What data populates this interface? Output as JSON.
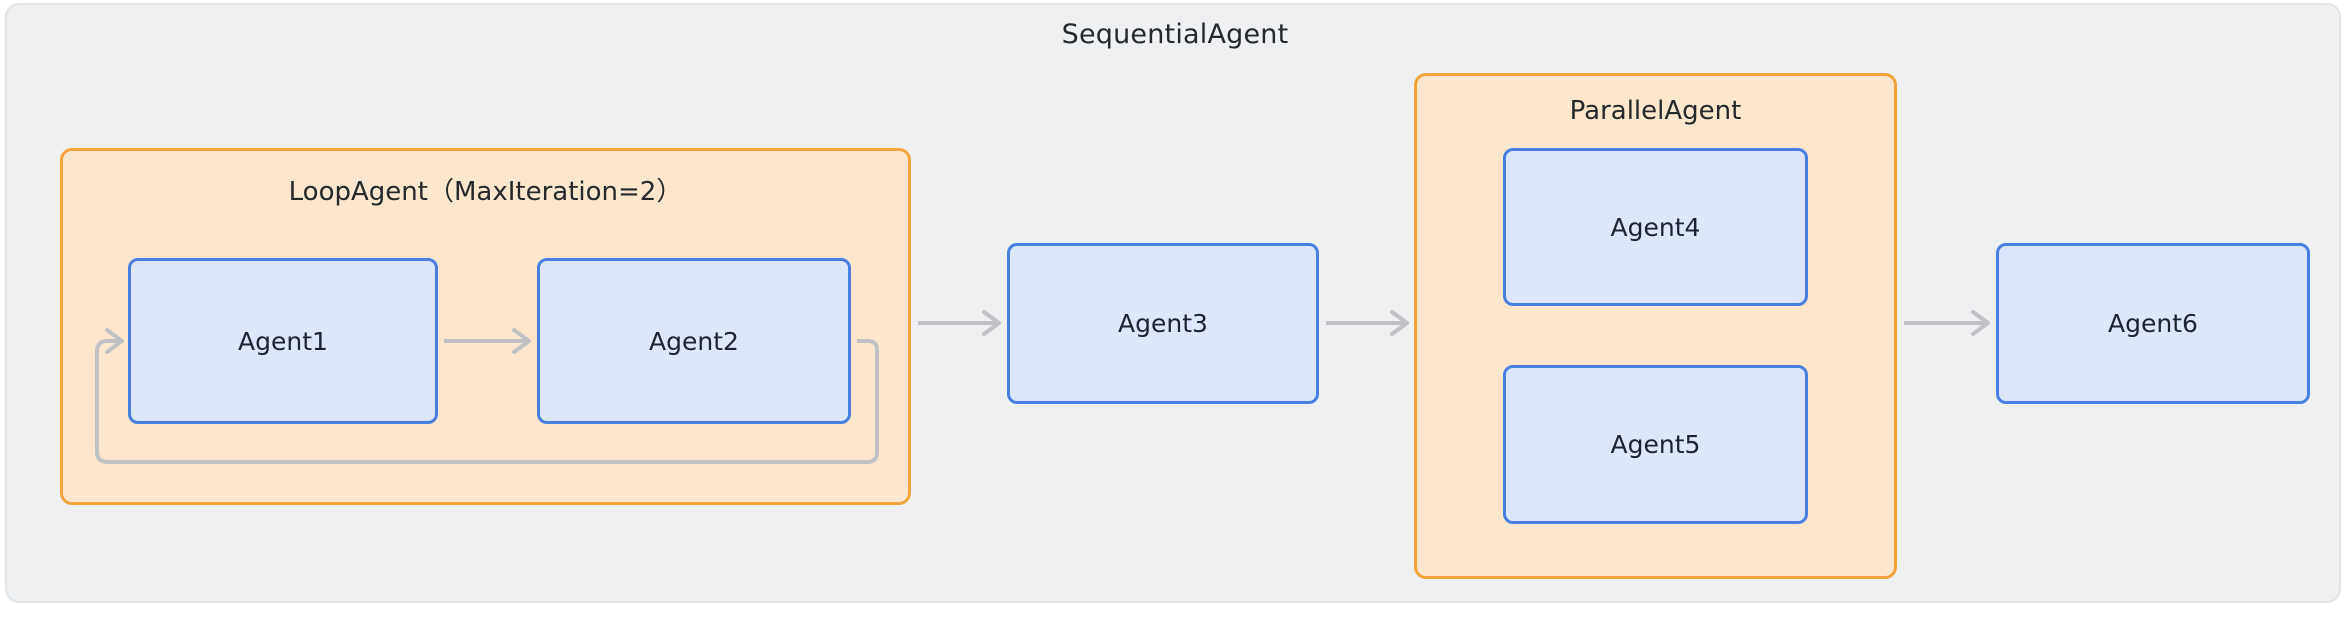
{
  "diagram": {
    "title": "SequentialAgent",
    "groups": [
      {
        "id": "loop",
        "label": "LoopAgent（MaxIteration=2）"
      },
      {
        "id": "parallel",
        "label": "ParallelAgent"
      }
    ],
    "nodes": [
      {
        "id": "agent1",
        "label": "Agent1"
      },
      {
        "id": "agent2",
        "label": "Agent2"
      },
      {
        "id": "agent3",
        "label": "Agent3"
      },
      {
        "id": "agent4",
        "label": "Agent4"
      },
      {
        "id": "agent5",
        "label": "Agent5"
      },
      {
        "id": "agent6",
        "label": "Agent6"
      }
    ],
    "colors": {
      "canvas_background": "#ffffff",
      "outer_fill": "#eef0f2",
      "outer_border": "#e2e5e8",
      "group_fill": "#fce6ce",
      "group_border": "#f2a33c",
      "node_fill": "#dde6fb",
      "node_border": "#4a7fe2",
      "connector": "#bfc1c4",
      "text": "#25282c"
    }
  }
}
